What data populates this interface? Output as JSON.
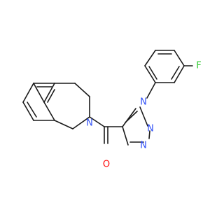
{
  "molecule": {
    "atoms": {
      "F": {
        "text": "F",
        "color": "#33cc33"
      },
      "N_ring_1": {
        "text": "N",
        "color": "#3050f8"
      },
      "N_ring_2": {
        "text": "N",
        "color": "#3050f8"
      },
      "N_ring_3": {
        "text": "N",
        "color": "#3050f8"
      },
      "N_amide": {
        "text": "N",
        "color": "#3050f8"
      },
      "O": {
        "text": "O",
        "color": "#ff0d0d"
      }
    },
    "bond_color": "#1a1a1a"
  }
}
